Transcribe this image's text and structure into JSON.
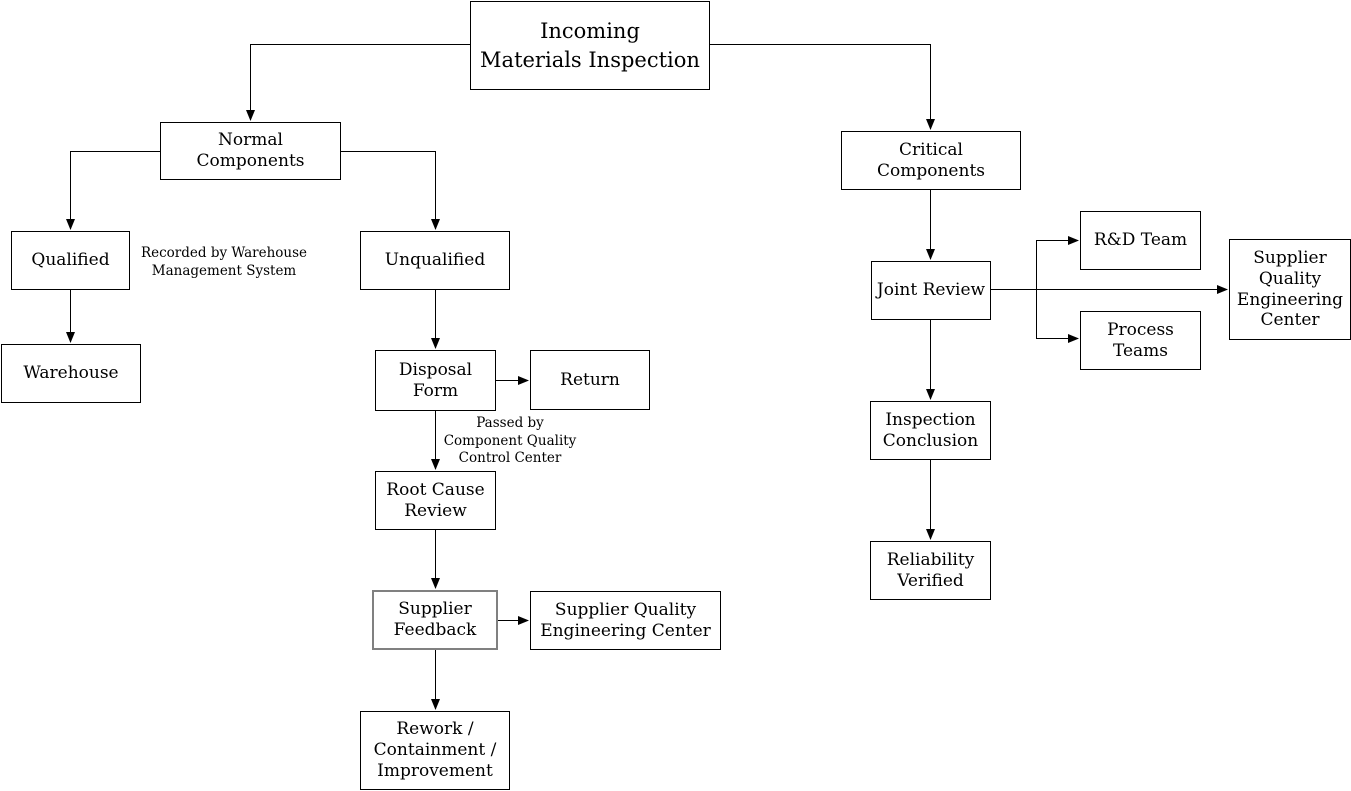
{
  "diagram": {
    "title": "Incoming Materials Inspection",
    "type": "flowchart"
  },
  "nodes": {
    "incoming": {
      "label": "Incoming\nMaterials Inspection"
    },
    "normal": {
      "label": "Normal Components"
    },
    "critical": {
      "label": "Critical Components"
    },
    "qualified": {
      "label": "Qualified"
    },
    "unqualified": {
      "label": "Unqualified"
    },
    "warehouse": {
      "label": "Warehouse"
    },
    "disposal_form": {
      "label": "Disposal\nForm"
    },
    "return": {
      "label": "Return"
    },
    "root_cause_review": {
      "label": "Root Cause\nReview"
    },
    "supplier_feedback": {
      "label": "Supplier\nFeedback"
    },
    "sqec_left": {
      "label": "Supplier Quality\nEngineering Center"
    },
    "rework": {
      "label": "Rework /\nContainment /\nImprovement"
    },
    "joint_review": {
      "label": "Joint Review"
    },
    "rd_team": {
      "label": "R&D Team"
    },
    "process_teams": {
      "label": "Process\nTeams"
    },
    "sqec_right": {
      "label": "Supplier\nQuality\nEngineering\nCenter"
    },
    "inspection_conclusion": {
      "label": "Inspection\nConclusion"
    },
    "reliability_verified": {
      "label": "Reliability\nVerified"
    }
  },
  "annotations": {
    "recorded_by": "Recorded by Warehouse\nManagement System",
    "passed_by": "Passed by\nComponent Quality\nControl Center"
  },
  "edges": [
    {
      "from": "incoming",
      "to": "normal"
    },
    {
      "from": "incoming",
      "to": "critical"
    },
    {
      "from": "normal",
      "to": "qualified"
    },
    {
      "from": "normal",
      "to": "unqualified"
    },
    {
      "from": "qualified",
      "to": "warehouse"
    },
    {
      "from": "unqualified",
      "to": "disposal_form"
    },
    {
      "from": "disposal_form",
      "to": "return"
    },
    {
      "from": "disposal_form",
      "to": "root_cause_review"
    },
    {
      "from": "root_cause_review",
      "to": "supplier_feedback"
    },
    {
      "from": "supplier_feedback",
      "to": "sqec_left"
    },
    {
      "from": "supplier_feedback",
      "to": "rework"
    },
    {
      "from": "critical",
      "to": "joint_review"
    },
    {
      "from": "joint_review",
      "to": "rd_team"
    },
    {
      "from": "joint_review",
      "to": "process_teams"
    },
    {
      "from": "joint_review",
      "to": "sqec_right"
    },
    {
      "from": "joint_review",
      "to": "inspection_conclusion"
    },
    {
      "from": "inspection_conclusion",
      "to": "reliability_verified"
    }
  ],
  "colors": {
    "background": "#ffffff",
    "box_border": "#000000",
    "line": "#000000",
    "text": "#000000",
    "highlighted_box_border": "#808080"
  }
}
